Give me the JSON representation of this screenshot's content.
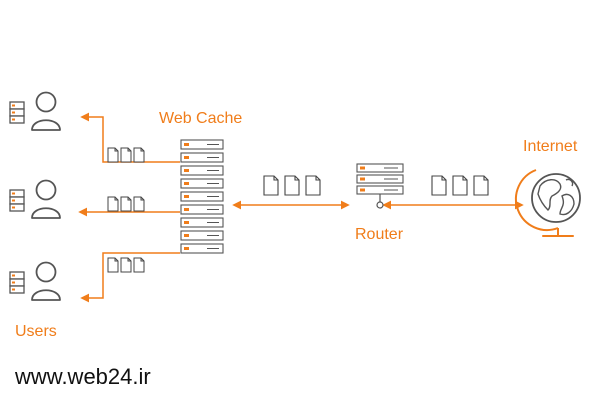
{
  "labels": {
    "web_cache": "Web Cache",
    "router": "Router",
    "internet": "Internet",
    "users": "Users",
    "watermark": "www.web24.ir"
  },
  "colors": {
    "accent": "#f07d1a",
    "stroke": "#555555",
    "text": "#111111"
  },
  "icons": {
    "user": "user-with-server-icon",
    "document": "document-icon",
    "server": "server-rack-icon",
    "router": "router-icon",
    "globe": "globe-icon"
  },
  "counts": {
    "users": 3,
    "documents_per_group": 3,
    "cache_units": 9,
    "router_units": 3
  }
}
